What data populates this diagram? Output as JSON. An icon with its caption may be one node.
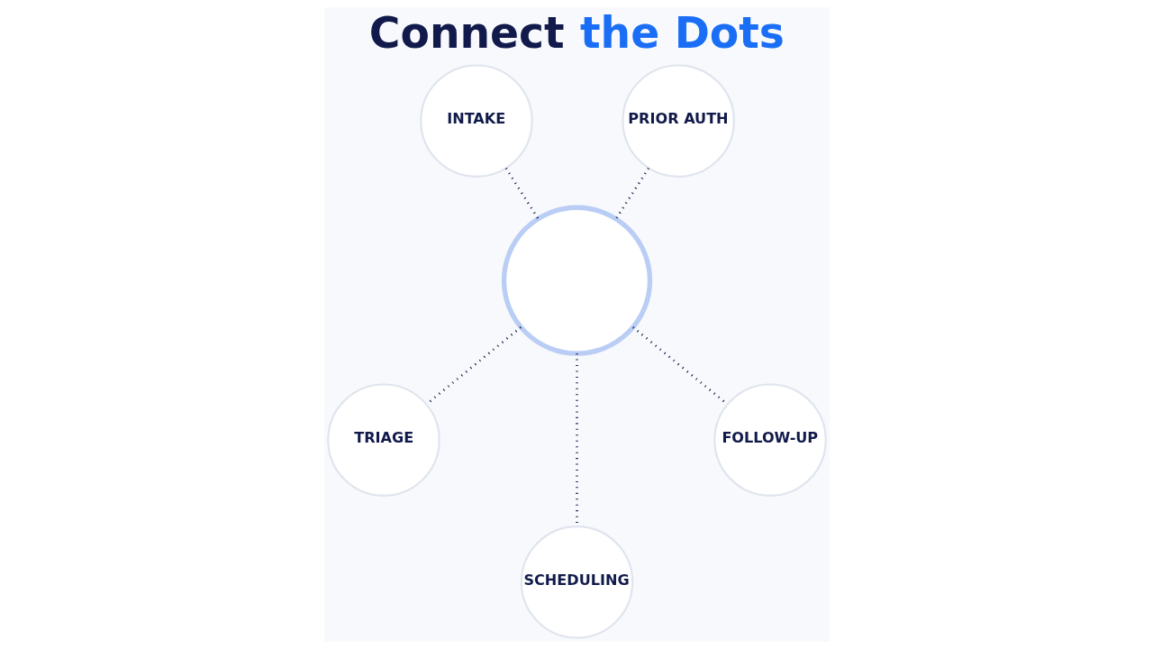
{
  "diagram": {
    "title": "Connect the Dots",
    "nodes": [
      {
        "text": [
          "INTAKE"
        ]
      },
      {
        "text": [
          "PRIOR AUTH"
        ]
      },
      {
        "text": [],
        "shape": "circle"
      },
      {
        "text": [
          "TRIAGE"
        ]
      },
      {
        "text": [
          "FOLLOW-UP"
        ]
      },
      {
        "text": [
          "SCHEDULING"
        ]
      }
    ],
    "edges": [
      {
        "from": 0,
        "to": 2,
        "arrow": "none",
        "style": "dashed"
      },
      {
        "from": 1,
        "to": 2,
        "arrow": "none",
        "style": "dashed"
      },
      {
        "from": 2,
        "to": 3,
        "arrow": "none",
        "style": "dashed"
      },
      {
        "from": 2,
        "to": 4,
        "arrow": "none",
        "style": "dashed"
      },
      {
        "from": 2,
        "to": 5,
        "arrow": "none",
        "style": "dashed"
      }
    ]
  }
}
